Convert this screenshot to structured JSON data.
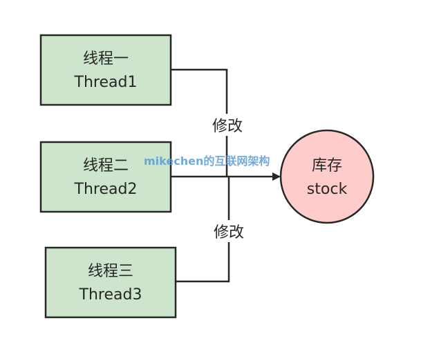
{
  "threads": [
    {
      "cn": "线程一",
      "en": "Thread1"
    },
    {
      "cn": "线程二",
      "en": "Thread2"
    },
    {
      "cn": "线程三",
      "en": "Thread3"
    }
  ],
  "stock": {
    "cn": "库存",
    "en": "stock"
  },
  "edge_labels": {
    "top": "修改",
    "bottom": "修改"
  },
  "watermark": "mikechen的互联网架构",
  "colors": {
    "thread_fill": "#cce5cc",
    "stock_fill": "#ffcccc",
    "stroke": "#262626",
    "watermark": "#5b9bd5"
  }
}
